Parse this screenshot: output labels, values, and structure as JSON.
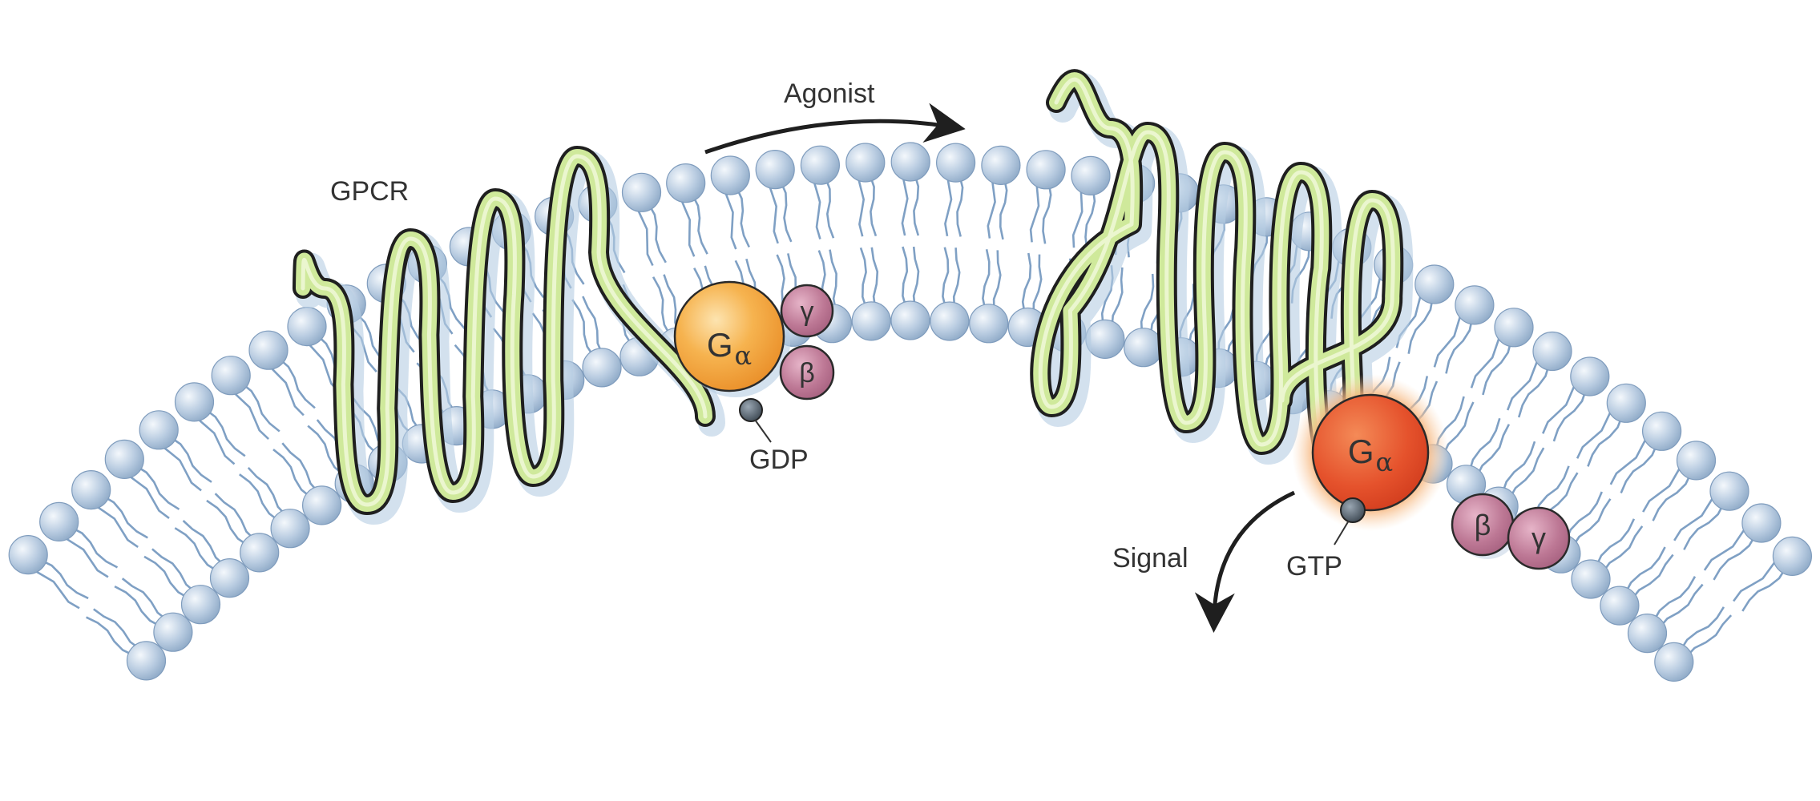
{
  "labels": {
    "gpcr": "GPCR",
    "agonist": "Agonist",
    "gdp": "GDP",
    "gtp": "GTP",
    "signal": "Signal"
  },
  "subunits": {
    "g": "G",
    "alpha": "α",
    "beta": "β",
    "gamma": "γ"
  },
  "colors": {
    "lipid_head": "#a9bfd7",
    "lipid_tail": "#7fa0c4",
    "helix_fill": "#cfe99b",
    "helix_outline": "#1f1f1f",
    "g_alpha_inactive": "#f3a13c",
    "g_alpha_active": "#e2492a",
    "beta_gamma": "#b4708e",
    "nucleotide": "#4d5a66"
  }
}
